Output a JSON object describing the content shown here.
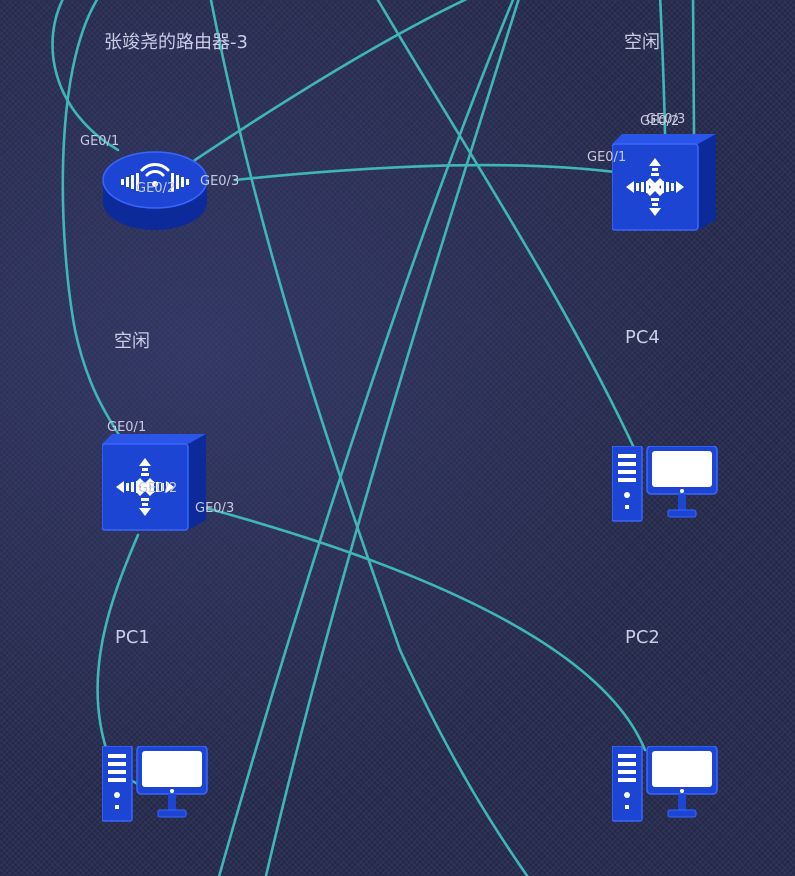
{
  "colors": {
    "link": "#3fb6b8",
    "device_blue": "#1d45d4",
    "device_dark": "#0d2a9a",
    "label": "#c9cde6"
  },
  "nodes": {
    "router": {
      "title": "张竣尧的路由器-3",
      "ports": [
        "GE0/1",
        "GE0/2",
        "GE0/3"
      ],
      "icon": "router-icon"
    },
    "switch_top": {
      "title": "空闲",
      "ports": [
        "GE0/1",
        "GE0/2",
        "GE0/3"
      ],
      "icon": "switch-icon"
    },
    "switch_mid": {
      "title": "空闲",
      "ports": [
        "GE0/1",
        "GE0/2",
        "GE0/3"
      ],
      "icon": "switch-icon"
    },
    "pc4": {
      "title": "PC4",
      "icon": "pc-icon"
    },
    "pc1": {
      "title": "PC1",
      "icon": "pc-icon"
    },
    "pc2": {
      "title": "PC2",
      "icon": "pc-icon"
    }
  }
}
